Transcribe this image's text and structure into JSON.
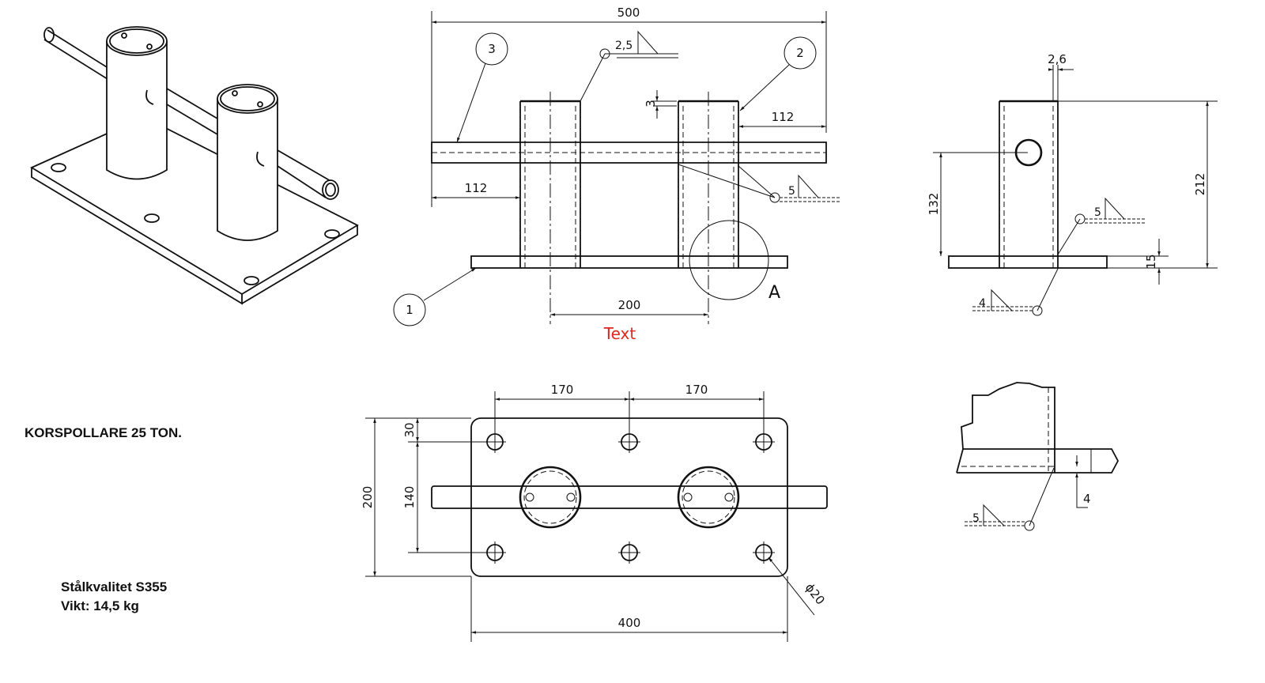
{
  "title": "KORSPOLLARE 25 TON.",
  "material": "Stålkvalitet S355",
  "weight": "Vikt: 14,5 kg",
  "red_text": "Text",
  "red_color": "#e0261d",
  "detail_label": "A",
  "balloons": [
    "1",
    "2",
    "3"
  ],
  "front_view": {
    "dims": {
      "overall": "500",
      "bar_right": "112",
      "bar_left": "112",
      "post_spacing": "200",
      "pipe_step": "3"
    },
    "welds": {
      "top": "2,5",
      "side": "5"
    }
  },
  "side_view": {
    "dims": {
      "pipe_wall": "2,6",
      "hole_height": "132",
      "total_height": "212",
      "plate": "15"
    },
    "welds": {
      "upper": "5",
      "lower": "4"
    }
  },
  "plan_view": {
    "dims": {
      "hole_pitch_left": "170",
      "hole_pitch_right": "170",
      "edge": "30",
      "hole_rows": "140",
      "plate_width": "200",
      "plate_length": "400",
      "hole_dia": "ϕ20"
    }
  },
  "detail_view": {
    "dims": {
      "gap": "4"
    },
    "welds": {
      "fillet": "5"
    }
  }
}
